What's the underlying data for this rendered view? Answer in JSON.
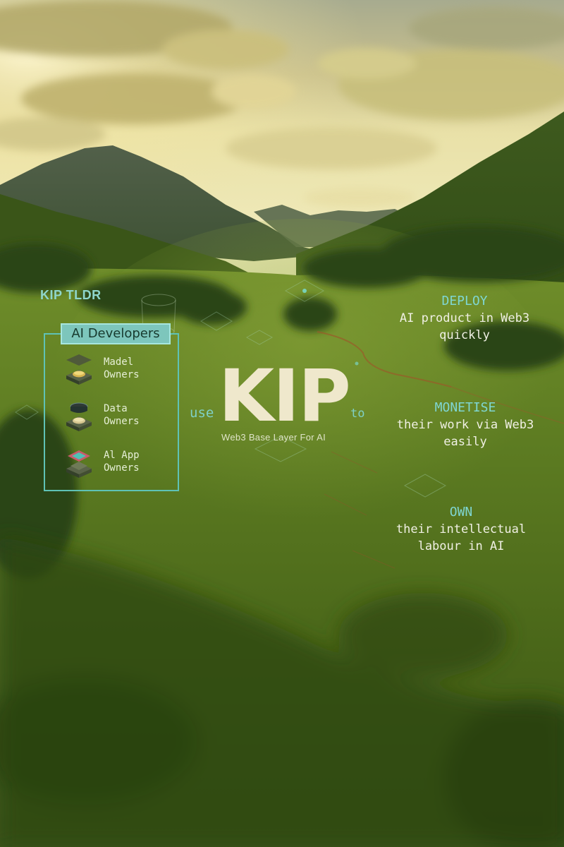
{
  "tldr_label": "KIP TLDR",
  "developers": {
    "title": "AI Developers",
    "items": [
      {
        "line1": "Madel",
        "line2": "Owners",
        "icon": "model-stack-icon"
      },
      {
        "line1": "Data",
        "line2": "Owners",
        "icon": "data-stack-icon"
      },
      {
        "line1": "Al App",
        "line2": "Owners",
        "icon": "app-stack-icon"
      }
    ]
  },
  "center": {
    "use_word": "use",
    "title": "KIP",
    "subtitle": "Web3 Base Layer For AI",
    "to_word": "to"
  },
  "benefits": [
    {
      "head": "DEPLOY",
      "line1": "AI product in Web3",
      "line2": "quickly"
    },
    {
      "head": "MONETISE",
      "line1": "their work via Web3",
      "line2": "easily"
    },
    {
      "head": "OWN",
      "line1": "their intellectual",
      "line2": "labour in AI"
    }
  ],
  "colors": {
    "accent": "#7fd6d2",
    "box_border": "#5fc2b6",
    "header_fill": "#7dc6bc",
    "title": "#efe8cc"
  }
}
